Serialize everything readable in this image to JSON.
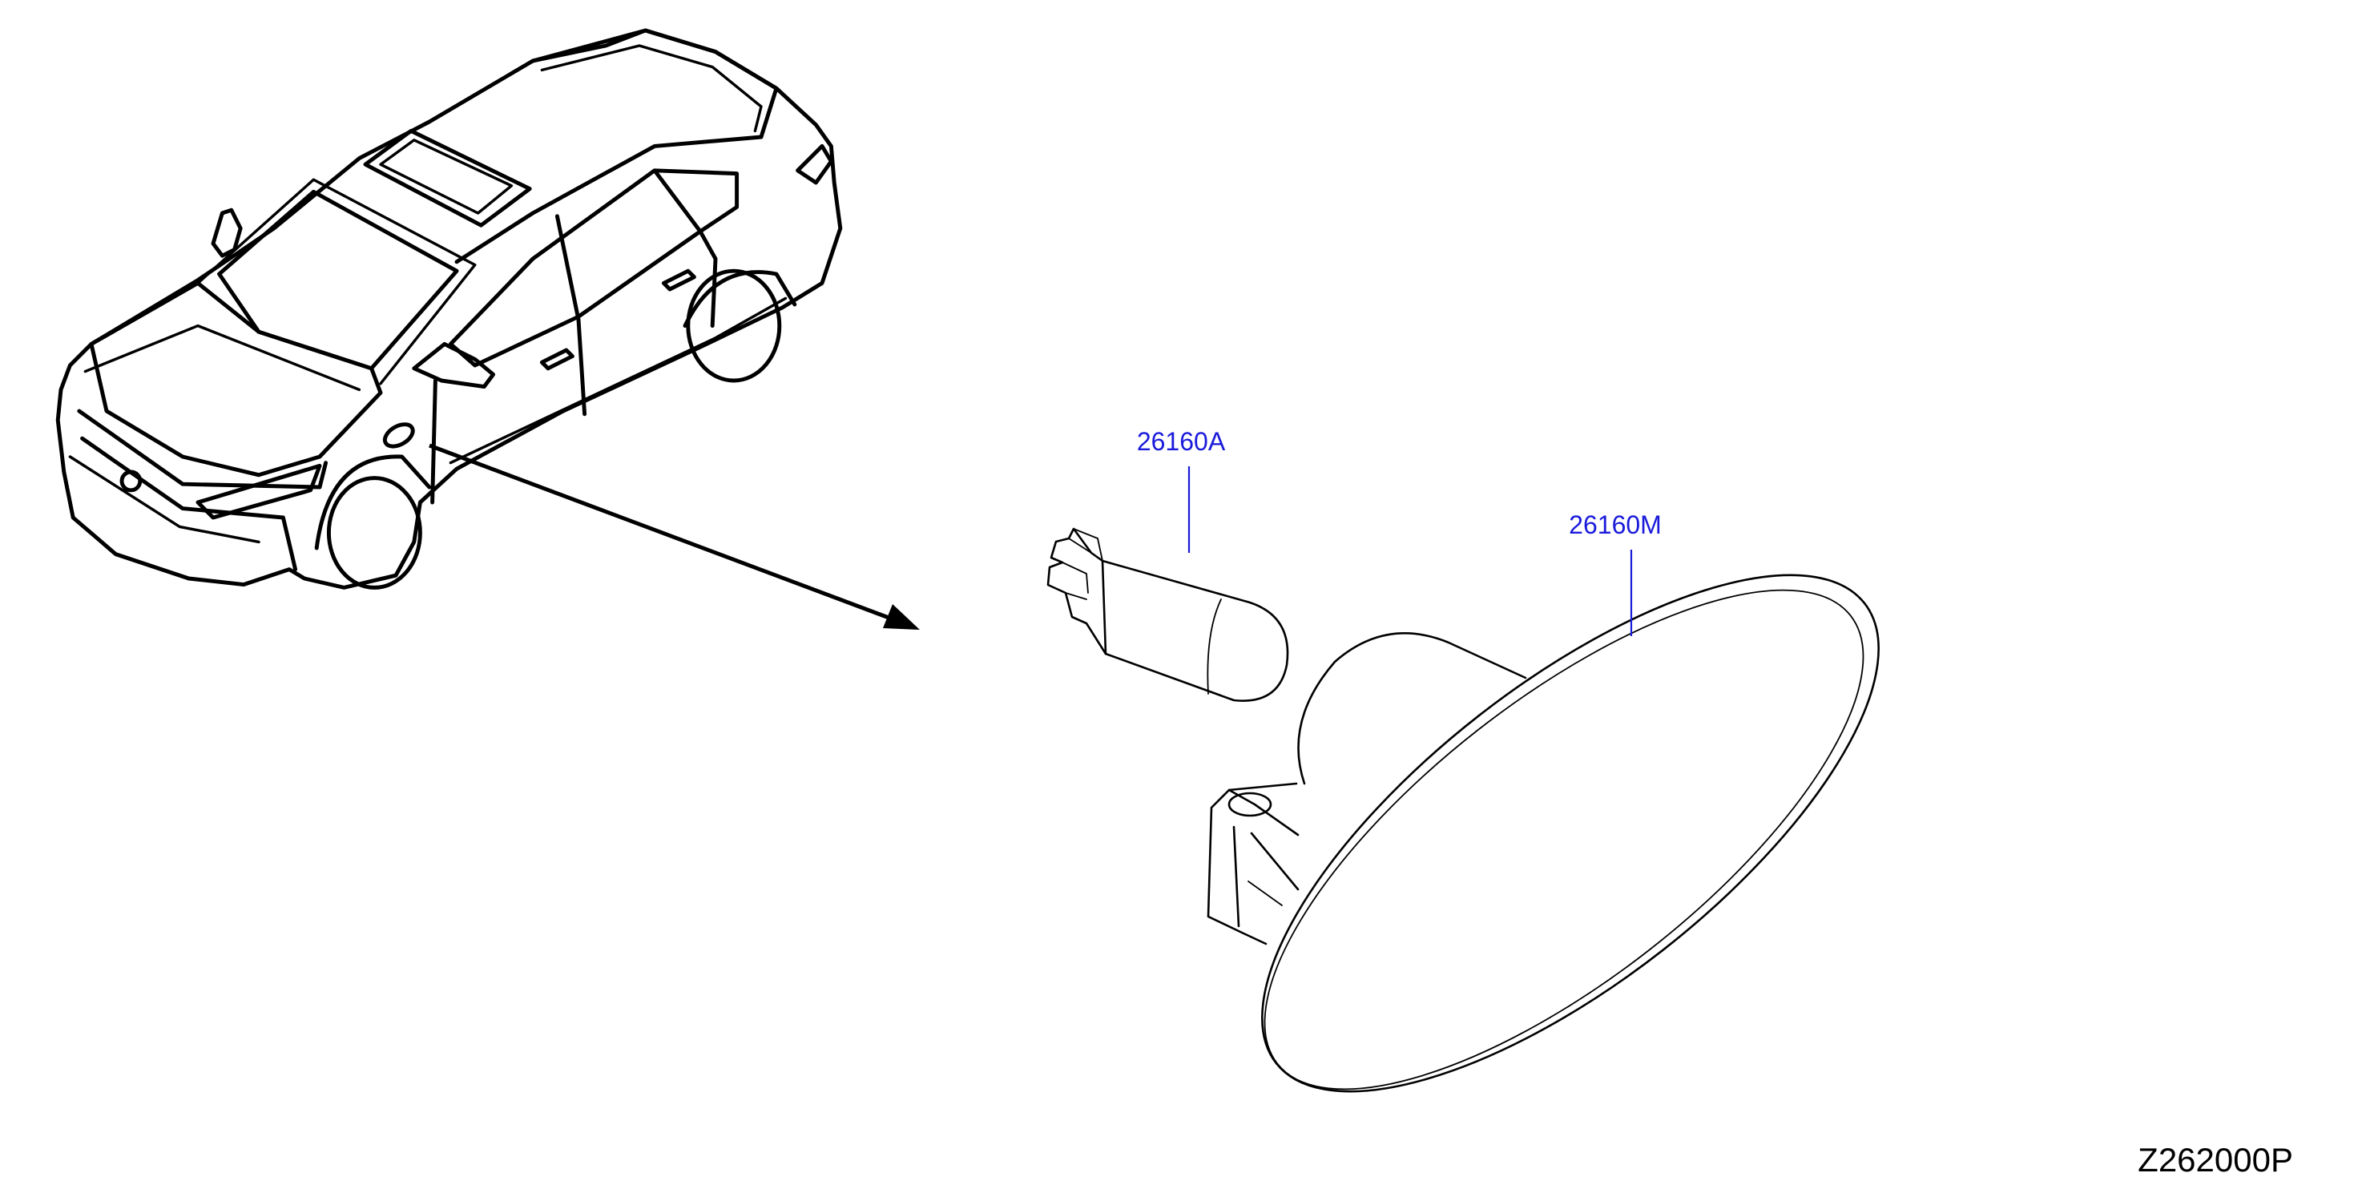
{
  "parts": [
    {
      "number": "26160A",
      "name": "bulb"
    },
    {
      "number": "26160M",
      "name": "side-turn-signal-lamp"
    }
  ],
  "diagram_code": "Z262000P",
  "colors": {
    "line": "#000000",
    "label": "#1a1adb",
    "background": "#ffffff"
  }
}
